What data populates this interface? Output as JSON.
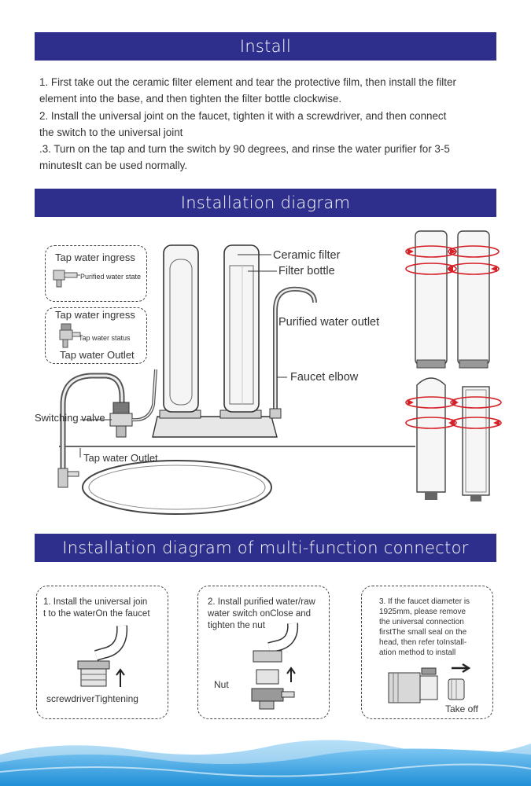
{
  "sections": {
    "install": "Install",
    "install_diagram": "Installation diagram",
    "connector_diagram": "Installation diagram of multi-function connector"
  },
  "install_steps": {
    "step1_line1": "1. First take out the ceramic filter element and tear the protective film, then install the filter",
    "step1_line2": " element into the base, and then tighten the filter bottle clockwise.",
    "step2_line1": "2. Install the universal joint on the faucet, tighten it with a screwdriver, and then connect",
    "step2_line2": " the switch to the universal joint",
    "step3_line1": ".3. Turn on the tap and turn the switch by 90 degrees, and rinse the water purifier for 3-5",
    "step3_line2": "minutesIt can be used normally."
  },
  "diagram_labels": {
    "box1_title": "Tap water ingress",
    "box1_state": "Purified water state",
    "box2_title": "Tap water ingress",
    "box2_state": "Tap water status",
    "box2_outlet": "Tap water Outlet",
    "ceramic_filter": "Ceramic filter",
    "filter_bottle": "Filter bottle",
    "purified_outlet": "Purified water outlet",
    "faucet_elbow": "Faucet elbow",
    "switching_valve": "Switching valve",
    "tap_outlet": "Tap water Outlet"
  },
  "connector_steps": {
    "card1_line1": "1. Install the universal join",
    "card1_line2": "t to the waterOn the faucet",
    "card1_caption": "screwdriverTightening",
    "card2_line1": "2. Install purified water/raw",
    "card2_line2": " water switch onClose and",
    "card2_line3": "tighten the nut",
    "card2_nut": "Nut",
    "card3_line1": "3. If the faucet diameter is",
    "card3_line2": "1925mm, please remove",
    "card3_line3": "the universal connection",
    "card3_line4": "firstThe small seal on the",
    "card3_line5": "head, then refer toInstall-",
    "card3_line6": "ation method to install",
    "card3_takeoff": "Take off"
  },
  "colors": {
    "banner": "#2e2f8c",
    "arrow_red": "#d62027",
    "wave_blue": "#1f8fd6"
  }
}
